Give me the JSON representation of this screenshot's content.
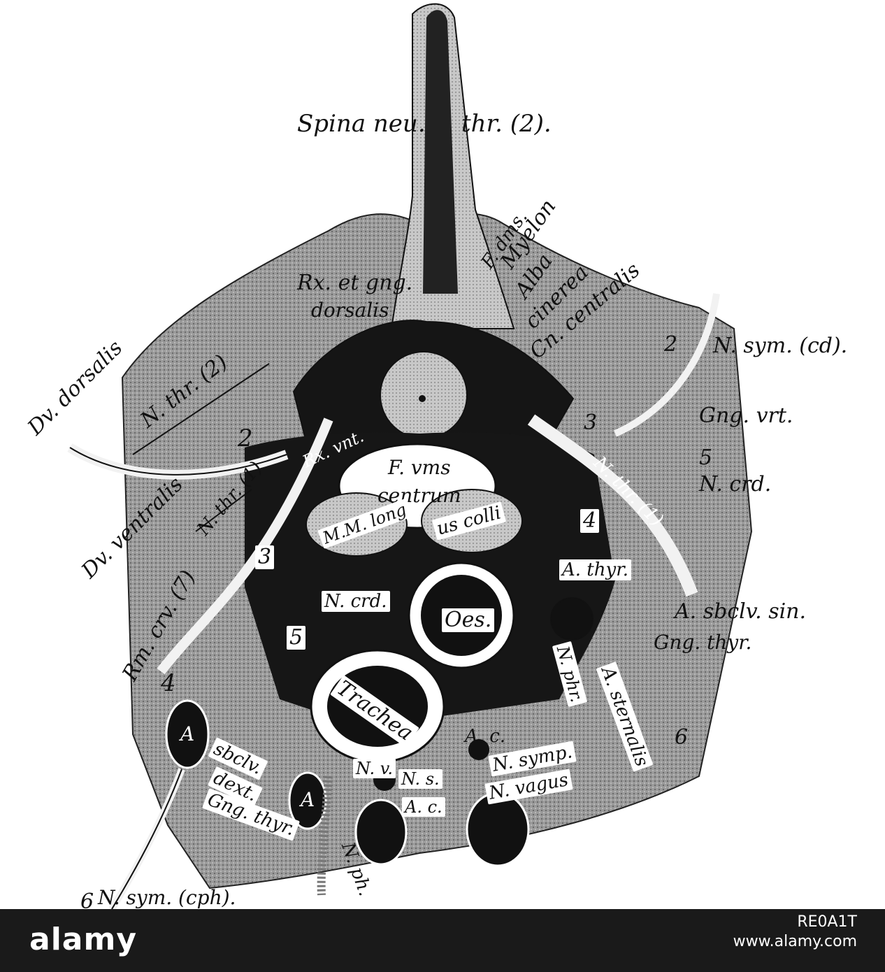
{
  "labels": {
    "spina_a": "Spina neu.",
    "spina_b": "thr. (2).",
    "f_dms": "F. dms.",
    "myelon": "Myelon",
    "alba": "Alba",
    "cinerea": "cinerea",
    "cn_centralis": "Cn. centralis",
    "rx_gng": "Rx. et gng.",
    "dorsalis": "dorsalis",
    "dv_dorsalis": "Dv. dorsalis",
    "n_thr_2": "N. thr. (2)",
    "n_sym_cd": "N. sym. (cd).",
    "gng_vrt": "Gng. vrt.",
    "n_crd_right": "N. crd.",
    "dv_ventralis": "Dv. ventralis",
    "n_thr_1_left": "N. thr. (1)",
    "rx_vnt": "Rx. vnt.",
    "f_vms": "F. vms",
    "centrum": "centrum",
    "m_long": "M.M. long",
    "us_colli": "us colli",
    "n_thr_1_right": "N. thr. (1)",
    "a_thyr": "A. thyr.",
    "a_sbclv_sin": "A. sbclv. sin.",
    "gng_thyr_right": "Gng. thyr.",
    "rm_crv": "Rm. crv. (7)",
    "n_crd_center": "N. crd.",
    "oes": "Oes.",
    "trachea": "Trachea",
    "n_phr": "N. phr.",
    "a_sternalis": "A. sternalis",
    "a_c_upper": "A. c.",
    "n_symp": "N. symp.",
    "n_vagus": "N. vagus",
    "n_v": "N. v.",
    "n_s": "N. s.",
    "a_c_lower": "A. c.",
    "sbclv_dext_a": "sbclv.",
    "sbclv_dext_b": "dext.",
    "gng_thyr_left": "Gng. thyr.",
    "a_left": "A",
    "a_lower": "A",
    "n_sym_cph": "N. sym. (cph).",
    "n_ph": "N. ph.",
    "num_2a": "2",
    "num_2b": "2",
    "num_3a": "3",
    "num_3b": "3",
    "num_4a": "4",
    "num_4b": "4",
    "num_5a": "5",
    "num_5b": "5",
    "num_6a": "6",
    "num_6b": "6"
  },
  "footer": {
    "logo": "alamy",
    "image_id": "RE0A1T",
    "url": "www.alamy.com"
  },
  "colors": {
    "ink": "#111111",
    "stipple": "#8a8a8a",
    "paper": "#ffffff",
    "footer_bg": "#1a1a1a"
  }
}
